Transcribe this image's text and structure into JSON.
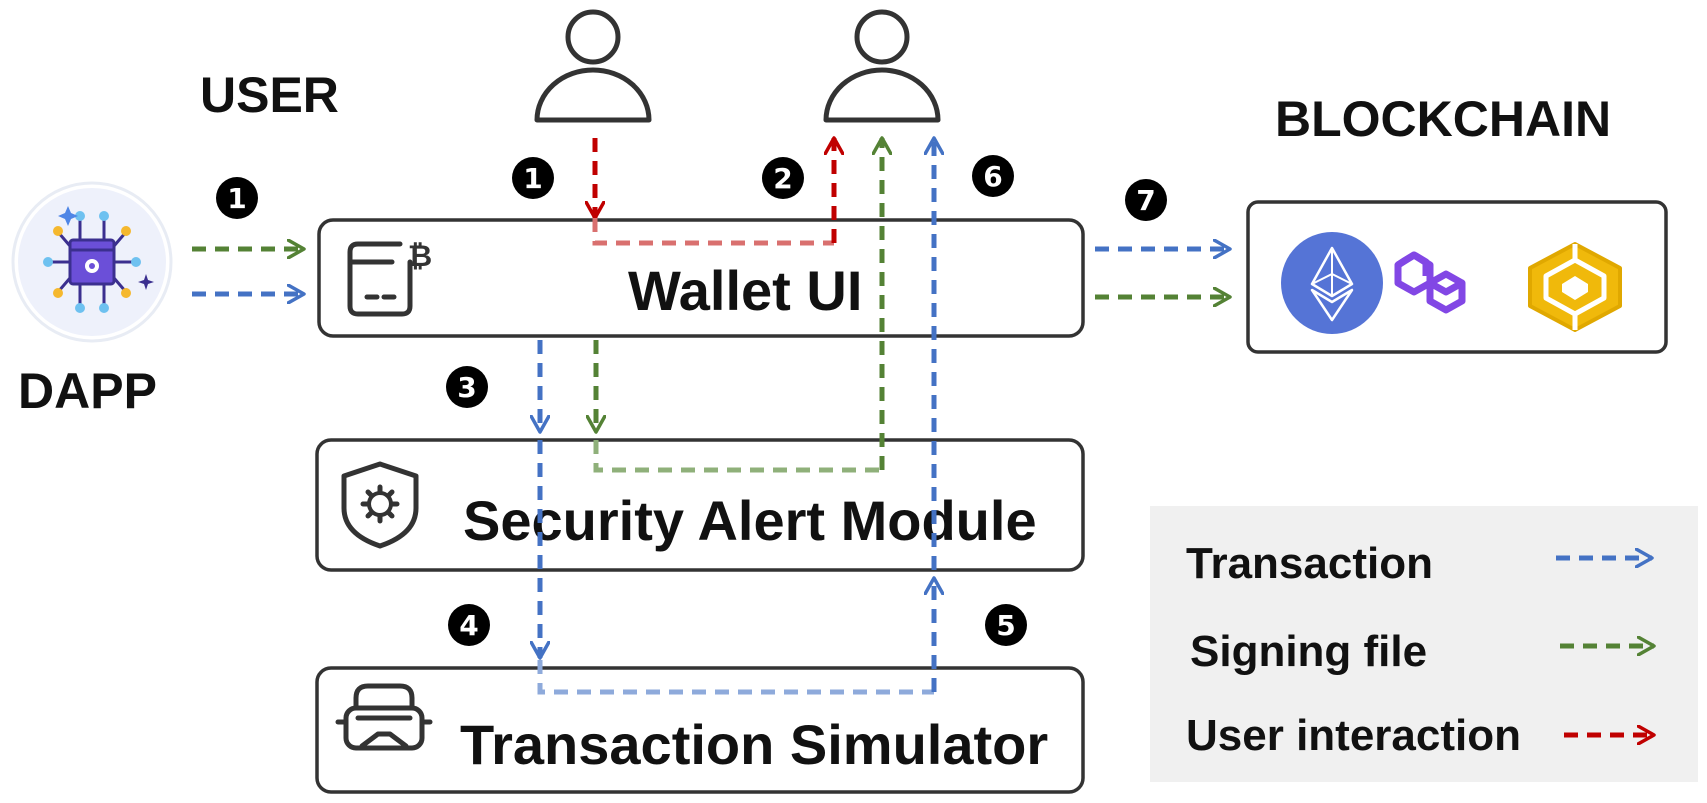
{
  "labels": {
    "user": "USER",
    "dapp": "DAPP",
    "blockchain": "BLOCKCHAIN"
  },
  "modules": {
    "wallet_ui": "Wallet UI",
    "security_alert": "Security Alert Module",
    "simulator": "Transaction Simulator"
  },
  "steps": [
    "1",
    "2",
    "3",
    "4",
    "5",
    "6",
    "7"
  ],
  "legend": {
    "transaction": "Transaction",
    "signing_file": "Signing file",
    "user_interaction": "User interaction"
  },
  "colors": {
    "transaction": "#4472c4",
    "signing_file": "#548235",
    "user_interaction": "#c00000",
    "transaction_light": "#8eaadb",
    "signing_light": "#8fb07a",
    "interaction_light": "#d9706f",
    "legend_bg": "#f0f0f0"
  },
  "icons": {
    "user_icon": "person-icon",
    "dapp_icon": "dapp-network-icon",
    "wallet_icon": "wallet-bitcoin-icon",
    "security_icon": "shield-gear-icon",
    "simulator_icon": "vr-headset-icon",
    "chains": [
      "ethereum-icon",
      "polygon-icon",
      "bnb-icon"
    ]
  }
}
